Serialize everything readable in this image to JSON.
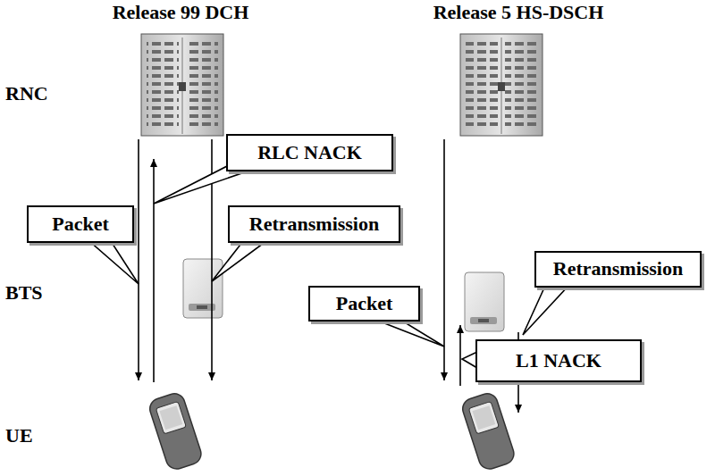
{
  "diagram": {
    "nodes": [
      {
        "text": [
          "RLC NACK"
        ]
      },
      {
        "text": [
          "Packet"
        ]
      },
      {
        "text": [
          "Retransmission"
        ]
      },
      {
        "text": [
          "Retransmission"
        ]
      },
      {
        "text": [
          "Packet"
        ]
      },
      {
        "text": [
          "L1 NACK"
        ]
      }
    ],
    "labels": [
      "Release 99 DCH",
      "Release 5 HS-DSCH",
      "RNC",
      "BTS",
      "UE"
    ]
  }
}
